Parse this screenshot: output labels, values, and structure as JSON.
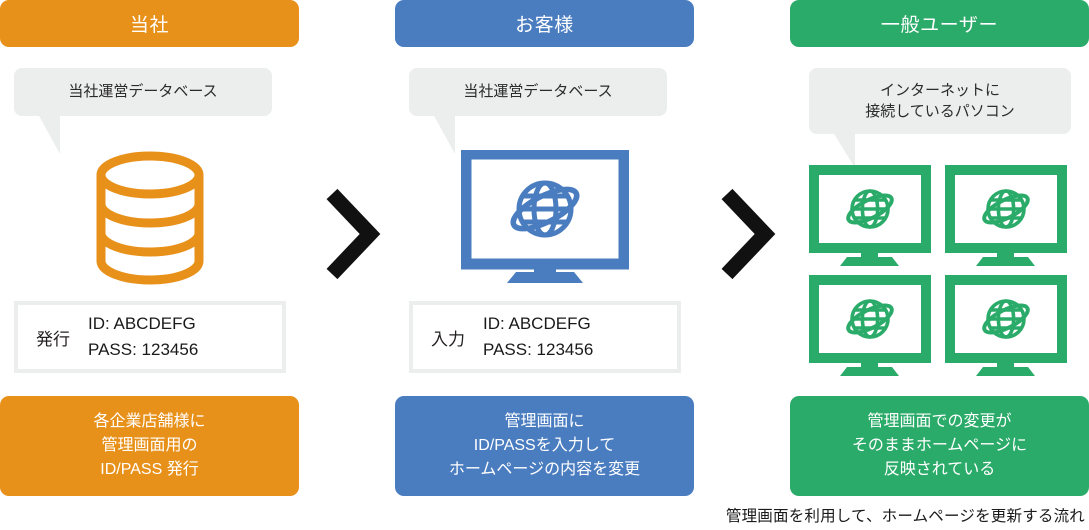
{
  "caption": "管理画面を利用して、ホームページを更新する流れ",
  "colors": {
    "orange": "#E8911A",
    "blue": "#4A7CC0",
    "green": "#2BAB69",
    "bubble_gray": "#ECEDED",
    "chevron_black": "#111111",
    "box_border": "#ECEDED"
  },
  "columns": [
    {
      "id": "company",
      "header": "当社",
      "accent": "#E8911A",
      "bubble": "当社運営データベース",
      "icon": "database-cylinder-icon",
      "credential": {
        "label": "発行",
        "id_line": "ID: ABCDEFG",
        "pass_line": "PASS: 123456"
      },
      "footer_lines": [
        "各企業店舗様に",
        "管理画面用の",
        "ID/PASS 発行"
      ]
    },
    {
      "id": "customer",
      "header": "お客様",
      "accent": "#4A7CC0",
      "bubble": "当社運営データベース",
      "icon": "desktop-monitor-globe-icon",
      "credential": {
        "label": "入力",
        "id_line": "ID: ABCDEFG",
        "pass_line": "PASS: 123456"
      },
      "footer_lines": [
        "管理画面に",
        "ID/PASSを入力して",
        "ホームページの内容を変更"
      ]
    },
    {
      "id": "general-users",
      "header": "一般ユーザー",
      "accent": "#2BAB69",
      "bubble": "インターネットに\n接続しているパソコン",
      "bubble_lines": [
        "インターネットに",
        "接続しているパソコン"
      ],
      "icon": "four-monitors-globe-icon",
      "credential": null,
      "footer_lines": [
        "管理画面での変更が",
        "そのままホームページに",
        "反映されている"
      ]
    }
  ],
  "arrows": [
    {
      "name": "chevron-right-1",
      "glyph": "›"
    },
    {
      "name": "chevron-right-2",
      "glyph": "›"
    }
  ]
}
